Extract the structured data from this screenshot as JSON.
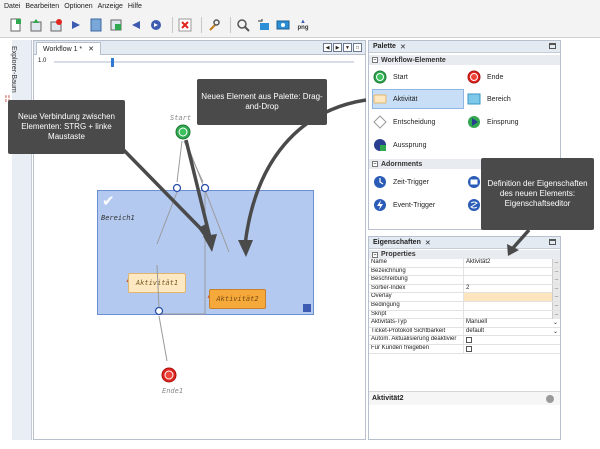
{
  "menu": [
    "Datei",
    "Bearbeiten",
    "Optionen",
    "Anzeige",
    "Hilfe"
  ],
  "toolbar": {
    "png_label": "png"
  },
  "explorer": {
    "label": "Explorer-Baum"
  },
  "editor": {
    "tab_label": "Workflow 1 *",
    "zoom_value": "1.0",
    "nodes": {
      "start": "Start",
      "bereich": "Bereich1",
      "aktivitaet1": "Aktivität1",
      "aktivitaet2": "Aktivität2",
      "ende": "Ende1"
    }
  },
  "palette": {
    "title": "Palette",
    "section_workflow": "Workflow-Elemente",
    "section_adornments": "Adornments",
    "items": {
      "start": "Start",
      "ende": "Ende",
      "aktivitaet": "Aktivität",
      "bereich": "Bereich",
      "entscheidung": "Entscheidung",
      "einsprung": "Einsprung",
      "aussprung": "Aussprung",
      "zeit_trigger": "Zeit-Trigger",
      "event_trigger": "Event-Trigger"
    }
  },
  "properties": {
    "title": "Eigenschaften",
    "section": "Properties",
    "rows": [
      {
        "key": "Name",
        "value": "Aktivität2"
      },
      {
        "key": "Bezeichnung",
        "value": ""
      },
      {
        "key": "Beschreibung",
        "value": ""
      },
      {
        "key": "Sortier-Index",
        "value": "2"
      },
      {
        "key": "Overlay",
        "value": ""
      },
      {
        "key": "Bedingung",
        "value": ""
      },
      {
        "key": "Skript",
        "value": ""
      },
      {
        "key": "Aktivitäts-Typ",
        "value": "Manuell"
      },
      {
        "key": "Ticket-Protokoll Sichtbarkeit",
        "value": "default"
      },
      {
        "key": "Autom. Aktualisierung deaktivier",
        "value": ""
      },
      {
        "key": "Für Kunden freigeben",
        "value": ""
      }
    ],
    "footer": "Aktivität2"
  },
  "callouts": {
    "verbindung": "Neue Verbindung zwischen Elementen: STRG + linke Maustaste",
    "neues_element": "Neues Element aus Palette: Drag-and-Drop",
    "eigenschaften": "Definition der Eigenschaften des neuen Elements: Eigenschaftseditor"
  },
  "colors": {
    "bereich_fill": "#b3c9f0",
    "task_selected": "#f5a93a",
    "task_normal": "#fde8c2",
    "start_green": "#2fa84f",
    "end_red": "#e0261d",
    "callout_bg": "#4a4a4a"
  },
  "icons": [
    "new-icon",
    "upload-icon",
    "delete-icon",
    "forward-icon",
    "save-icon",
    "doc-icon",
    "back-icon",
    "export-icon",
    "cancel-icon",
    "wrench-icon",
    "zoom-icon",
    "window-icon",
    "screen-icon",
    "png-export-icon"
  ]
}
